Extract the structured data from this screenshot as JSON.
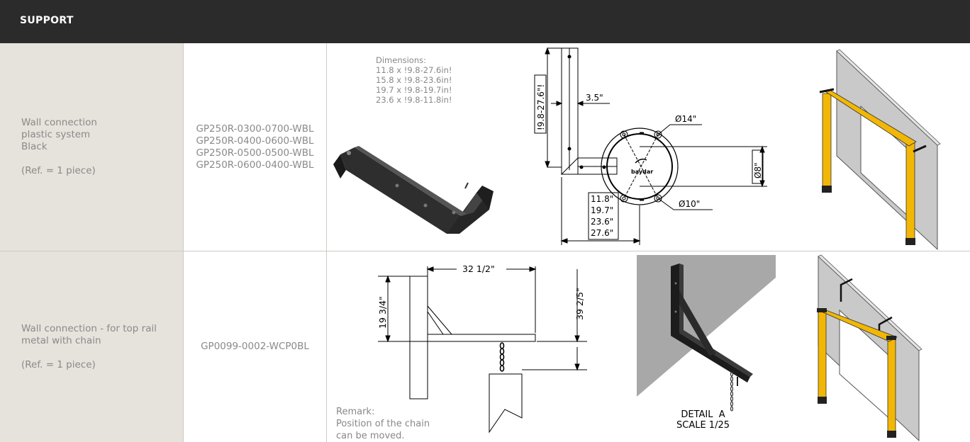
{
  "header": {
    "title": "SUPPORT"
  },
  "rows": [
    {
      "description": [
        "Wall connection",
        "plastic system",
        "Black",
        "",
        "(Ref. = 1 piece)"
      ],
      "references": [
        "GP250R-0300-0700-WBL",
        "GP250R-0400-0600-WBL",
        "GP250R-0500-0500-WBL",
        "GP250R-0600-0400-WBL"
      ],
      "dimensions_title": "Dimensions:",
      "dimensions": [
        "11.8 x !9.8-27.6in!",
        "15.8 x !9.8-23.6in!",
        "19.7 x !9.8-19.7in!",
        "23.6 x !9.8-11.8in!"
      ],
      "drawing_labels": {
        "height": "!9.8-27.6\"!",
        "width": "3.5\"",
        "dia14": "Ø14\"",
        "dia8": "Ø8\"",
        "dia10": "Ø10\"",
        "lengths": [
          "11.8\"",
          "19.7\"",
          "23.6\"",
          "27.6\""
        ]
      }
    },
    {
      "description": [
        "Wall connection - for top rail",
        "metal with chain",
        "",
        "(Ref. = 1 piece)"
      ],
      "references": [
        "GP0099-0002-WCP0BL"
      ],
      "drawing_labels": {
        "length": "32 1/2\"",
        "height": "19 3/4\"",
        "drop": "39 2/5\""
      },
      "remark": [
        "Remark:",
        "Position of the chain",
        "can be moved."
      ],
      "detail": [
        "DETAIL  A",
        "SCALE 1/25"
      ]
    }
  ]
}
